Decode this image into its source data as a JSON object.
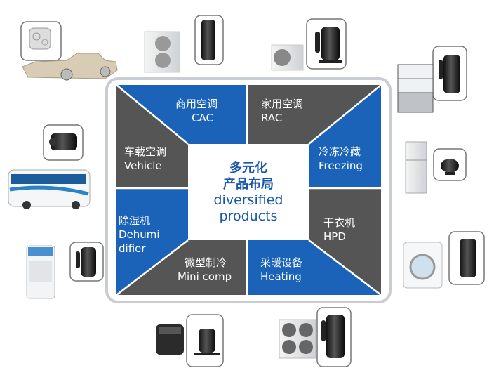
{
  "center": {
    "line1": "多元化",
    "line2": "产品布局",
    "line3": "diversified",
    "line4": "products"
  },
  "segments": {
    "cac": {
      "zh": "商用空调",
      "en": "CAC"
    },
    "rac": {
      "zh": "家用空调",
      "en": "RAC"
    },
    "vehicle": {
      "zh": "车载空调",
      "en": "Vehicle"
    },
    "freezing": {
      "zh": "冷冻冷藏",
      "en": "Freezing"
    },
    "dehumidifier": {
      "zh": "除湿机",
      "en1": "Dehumi",
      "en2": "difier"
    },
    "hpd": {
      "zh": "干衣机",
      "en": "HPD"
    },
    "mini": {
      "zh": "微型制冷",
      "en": "Mini comp"
    },
    "heating": {
      "zh": "采暖设备",
      "en": "Heating"
    }
  },
  "colors": {
    "blue": "#1a63b8",
    "gray": "#555555",
    "frame": "#d5d8dc"
  }
}
